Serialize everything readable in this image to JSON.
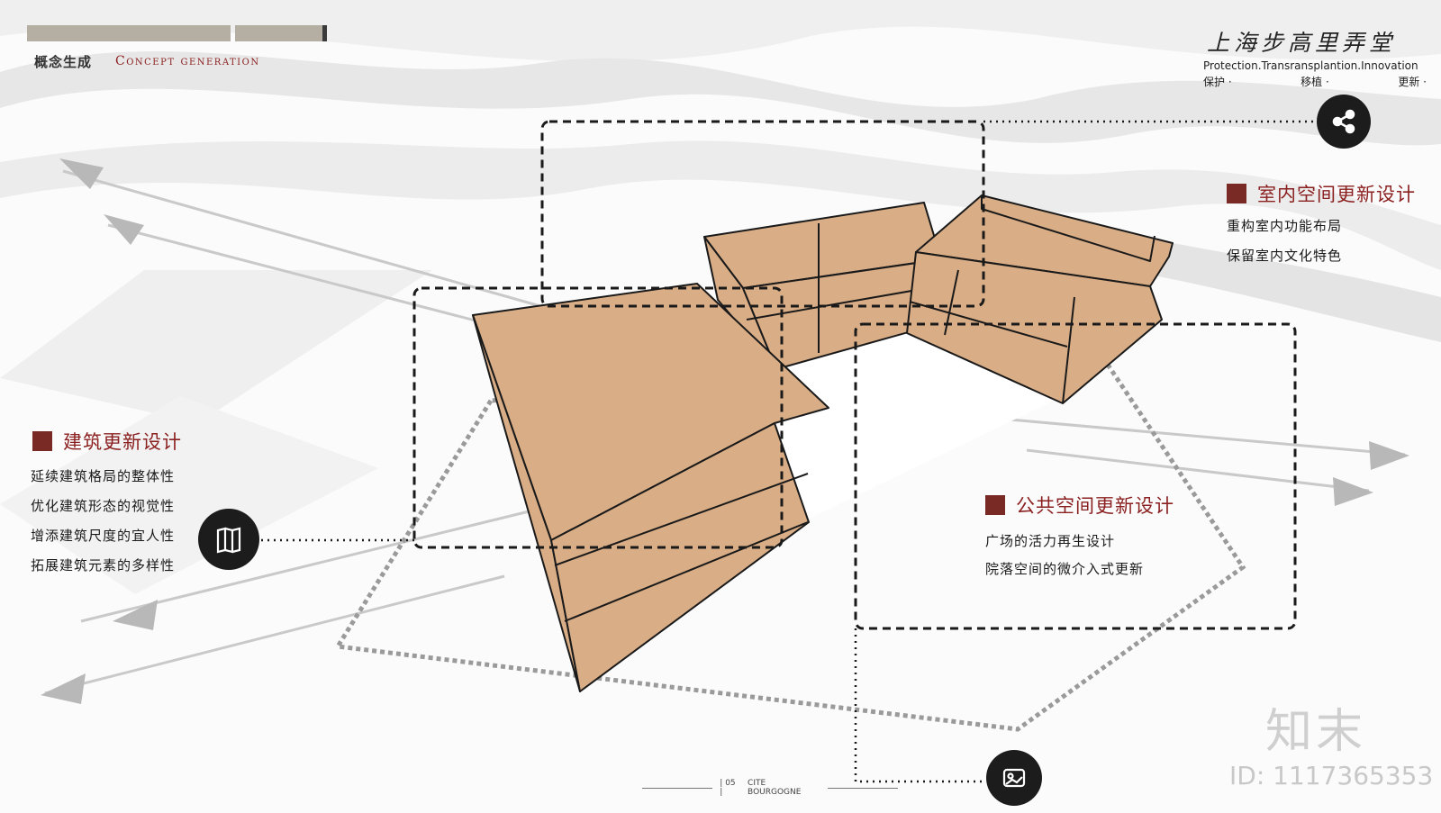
{
  "header": {
    "title_cn": "概念生成",
    "title_en": "Concept generation"
  },
  "brand": {
    "name": "上海步高里弄堂",
    "tagline": "Protection.Transransplantion.Innovation",
    "sub": [
      "保护 ·",
      "移植 ·",
      "更新 ·"
    ]
  },
  "sections": {
    "interior": {
      "title": "室内空间更新设计",
      "items": [
        "重构室内功能布局",
        "保留室内文化特色"
      ]
    },
    "building": {
      "title": "建筑更新设计",
      "items": [
        "延续建筑格局的整体性",
        "优化建筑形态的视觉性",
        "增添建筑尺度的宜人性",
        "拓展建筑元素的多样性"
      ]
    },
    "public": {
      "title": "公共空间更新设计",
      "items": [
        "广场的活力再生设计",
        "院落空间的微介入式更新"
      ]
    }
  },
  "icons": {
    "share": "share-icon",
    "book": "book-pages-icon",
    "image": "image-icon"
  },
  "colors": {
    "accent": "#7a2a24",
    "volume_fill": "#d9ad86",
    "volume_stroke": "#1a1a1a"
  },
  "footer": {
    "page": "| 05 |",
    "name": "CITE BOURGOGNE"
  },
  "watermark": {
    "logo": "知末",
    "id": "ID: 1117365353"
  }
}
